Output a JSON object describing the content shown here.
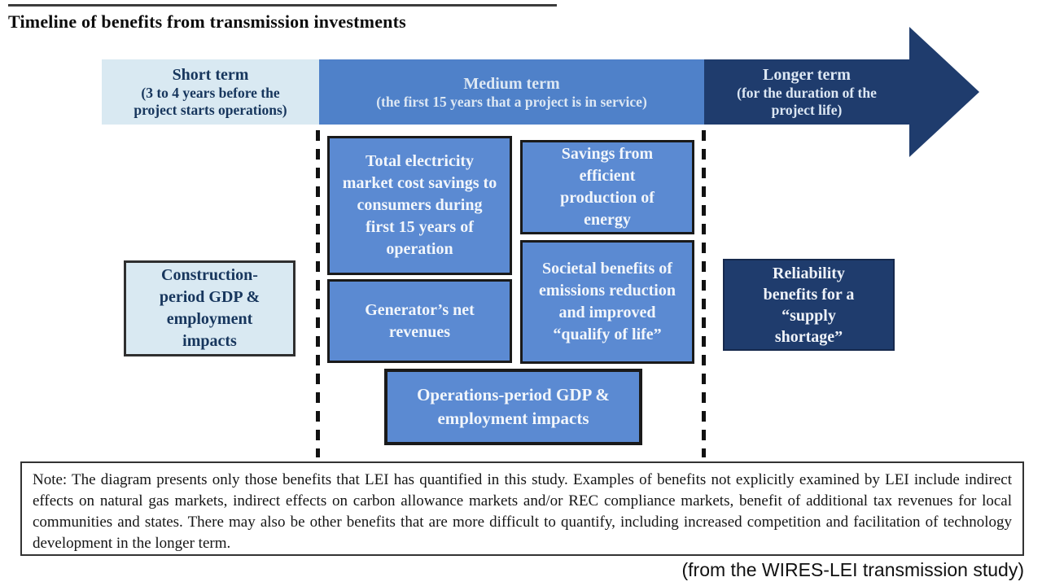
{
  "title": "Timeline of benefits from transmission investments",
  "timeline": {
    "short_term": {
      "label": "Short term",
      "subtitle": "(3 to 4 years before the project starts operations)"
    },
    "medium_term": {
      "label": "Medium term",
      "subtitle": "(the first 15 years that a project is in service)"
    },
    "longer_term": {
      "label": "Longer term",
      "subtitle": "(for the duration of the project life)"
    }
  },
  "boxes": {
    "construction": "Construction-period GDP & employment impacts",
    "total_electricity": "Total electricity market cost savings to consumers during first 15 years of operation",
    "savings_efficient": "Savings from efficient production of energy",
    "generators_net": "Generator’s net revenues",
    "societal": "Societal benefits of emissions reduction and improved “qualify of life”",
    "operations": "Operations-period GDP & employment impacts",
    "reliability": "Reliability benefits for a “supply shortage”"
  },
  "note": "Note: The diagram presents only those benefits that LEI has quantified in this study. Examples of benefits not explicitly examined by LEI include indirect effects on natural gas markets, indirect effects on carbon allowance markets and/or REC compliance markets, benefit of additional tax revenues for local communities and states. There may also be other benefits that are more difficult to quantify, including increased competition and facilitation of technology development in the longer term.",
  "caption": "(from the WIRES-LEI transmission study)",
  "colors": {
    "light_blue": "#d9e9f2",
    "medium_blue_band": "#4f81c9",
    "medium_blue_box": "#5b8ad2",
    "dark_navy": "#1f3c6d",
    "dark_navy_text": "#17365d"
  }
}
